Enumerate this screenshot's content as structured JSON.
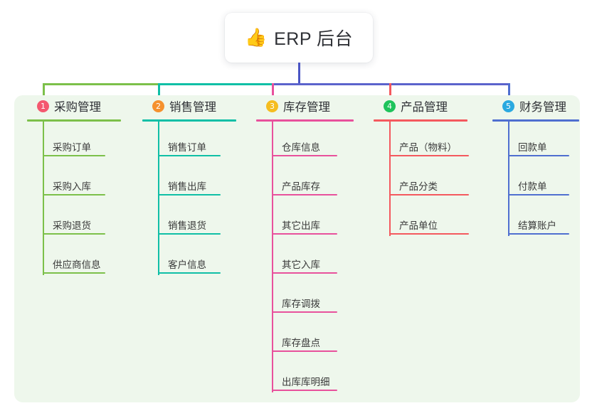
{
  "title": {
    "icon": "thumbs-up-icon",
    "icon_glyph": "👍",
    "text": "ERP 后台"
  },
  "colors": {
    "canvas_bg": "#eef7ec",
    "card_bg": "#ffffff",
    "text": "#2f3136",
    "item_text": "#3a3a3a",
    "stem": "#4a55c4",
    "trunk_segment_1": "#7cc04a",
    "trunk_segment_2": "#0fbfa6",
    "trunk_segment_3": "#5b63cc",
    "trunk_segment_4": "#5b63cc"
  },
  "columns": [
    {
      "index": "1",
      "label": "采购管理",
      "badge_color": "#f4586f",
      "line_color": "#7cc04a",
      "drop_color": "#7cc04a",
      "items": [
        "采购订单",
        "采购入库",
        "采购退货",
        "供应商信息"
      ]
    },
    {
      "index": "2",
      "label": "销售管理",
      "badge_color": "#f5912e",
      "line_color": "#0fbfa6",
      "drop_color": "#0fbfa6",
      "items": [
        "销售订单",
        "销售出库",
        "销售退货",
        "客户信息"
      ]
    },
    {
      "index": "3",
      "label": "库存管理",
      "badge_color": "#f5bd1f",
      "line_color": "#e8519c",
      "drop_color": "#e8519c",
      "items": [
        "仓库信息",
        "产品库存",
        "其它出库",
        "其它入库",
        "库存调拨",
        "库存盘点",
        "出库库明细"
      ]
    },
    {
      "index": "4",
      "label": "产品管理",
      "badge_color": "#1ec35b",
      "line_color": "#f4595e",
      "drop_color": "#f4595e",
      "items": [
        "产品（物料）",
        "产品分类",
        "产品单位"
      ]
    },
    {
      "index": "5",
      "label": "财务管理",
      "badge_color": "#2aa9e0",
      "line_color": "#4f6fd0",
      "drop_color": "#4f6fd0",
      "items": [
        "回款单",
        "付款单",
        "结算账户"
      ]
    }
  ]
}
